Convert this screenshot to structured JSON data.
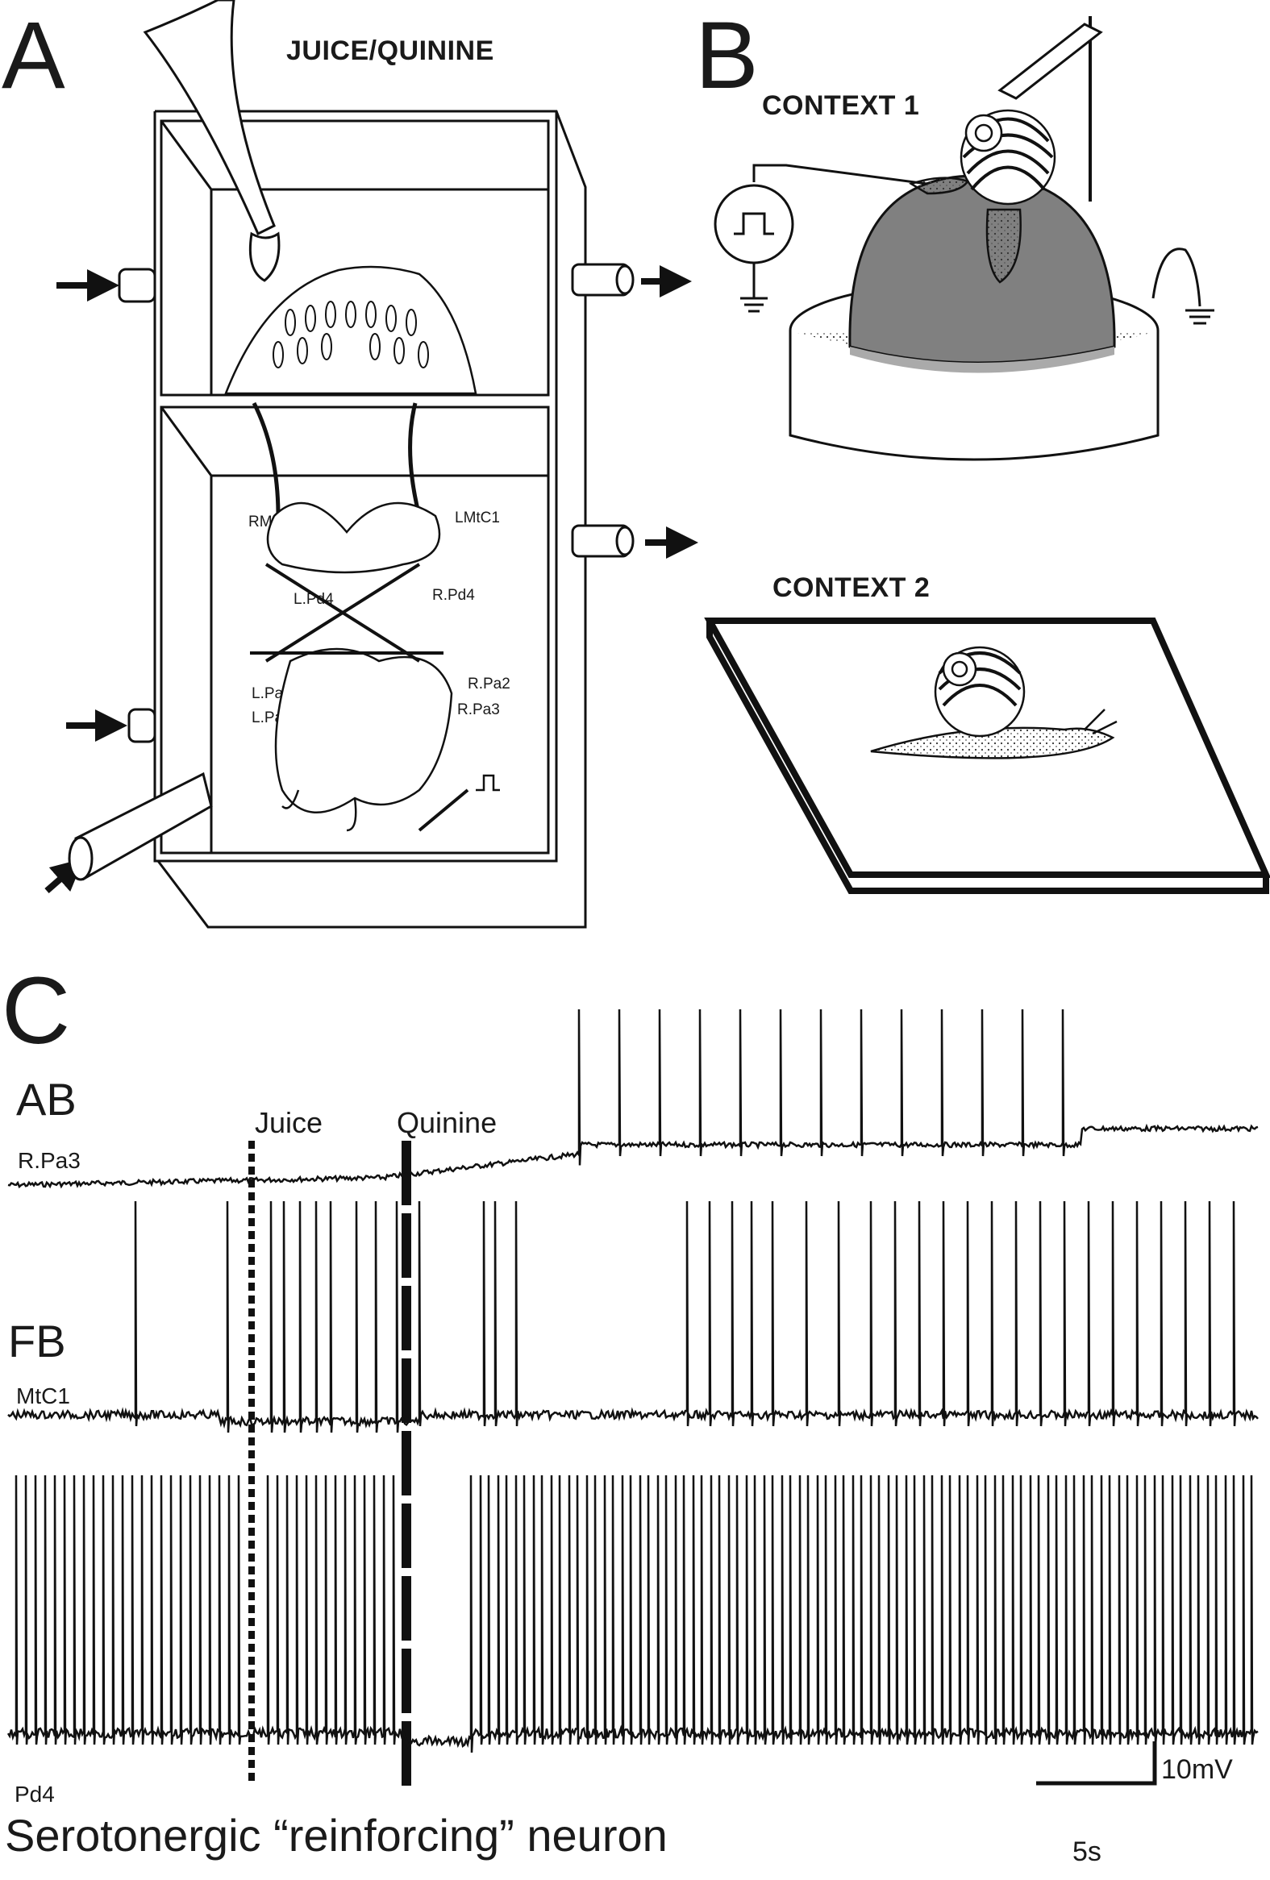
{
  "panels": {
    "a": {
      "letter": "A",
      "stimulus": "JUICE/QUININE"
    },
    "b": {
      "letter": "B",
      "context1": "CONTEXT 1",
      "context2": "CONTEXT 2"
    },
    "c": {
      "letter": "C"
    }
  },
  "neurons": [
    "RMtC1",
    "LMtC1",
    "L.Pd4",
    "R.Pd4",
    "L.Pa2",
    "R.Pa2",
    "L.Pa3",
    "R.Pa3"
  ],
  "traces": {
    "ab": {
      "group": "AB",
      "cell": "R.Pa3"
    },
    "fb": {
      "group": "FB",
      "cell": "MtC1"
    },
    "pd4": {
      "cell": "Pd4"
    }
  },
  "events": {
    "juice": "Juice",
    "quinine": "Quinine"
  },
  "scale_bar": {
    "voltage": "10mV",
    "time": "5s"
  },
  "caption": "Serotonergic “reinforcing” neuron"
}
